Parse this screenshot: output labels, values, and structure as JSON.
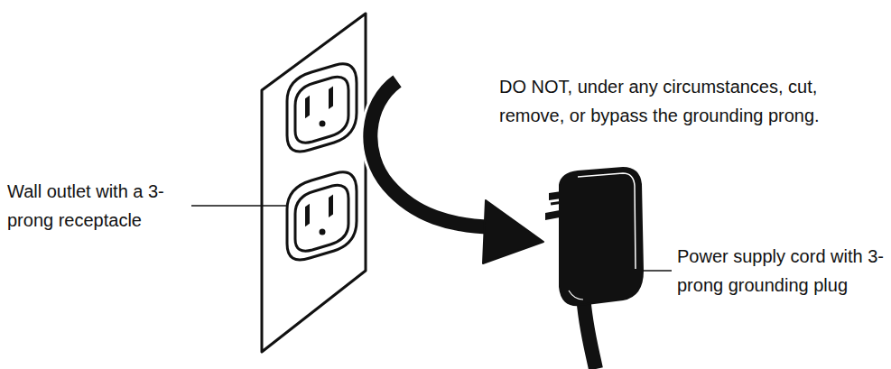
{
  "diagram": {
    "labels": [
      "Wall outlet with a 3-prong receptacle",
      "DO NOT, under any circumstances, cut, remove, or bypass the grounding prong.",
      "Power supply cord with 3-prong grounding plug"
    ]
  }
}
